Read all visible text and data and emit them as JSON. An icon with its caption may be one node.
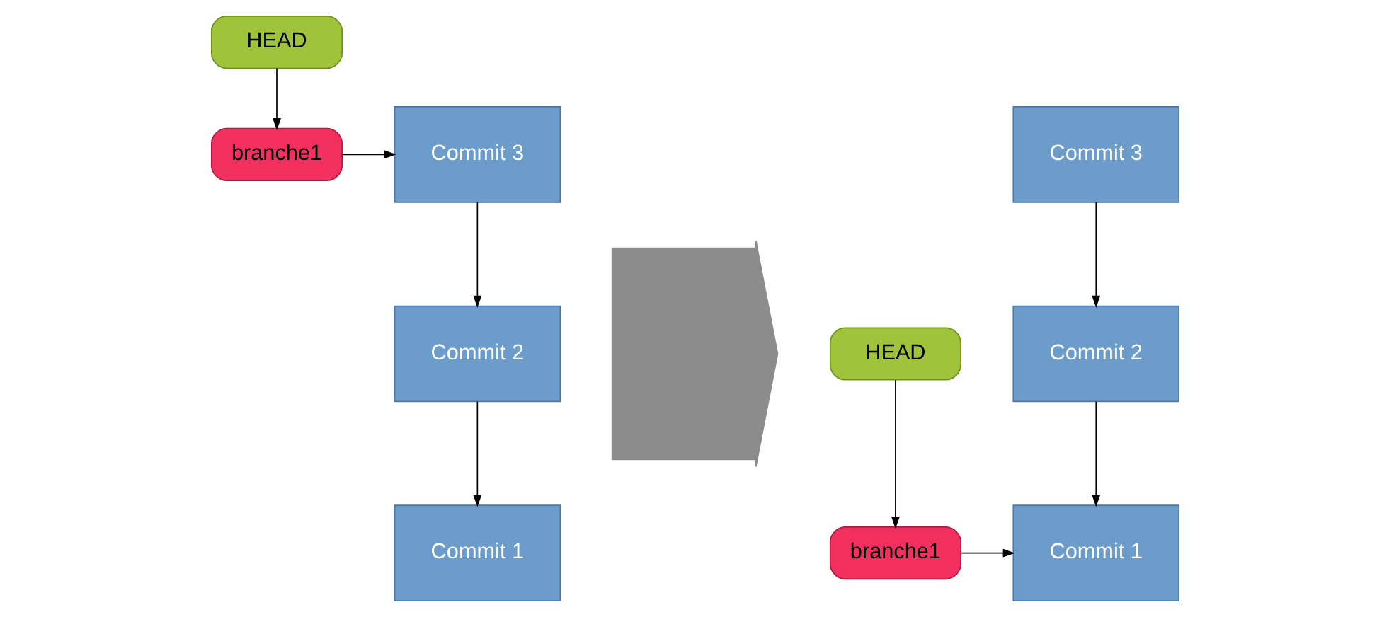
{
  "diagram": {
    "nodes": [
      {
        "text": [
          "HEAD"
        ]
      },
      {
        "text": [
          "branche1"
        ]
      },
      {
        "text": [
          "Commit 3"
        ]
      },
      {
        "text": [
          "Commit 2"
        ]
      },
      {
        "text": [
          "Commit 1"
        ]
      },
      {
        "text": [],
        "shape": "arrow"
      },
      {
        "text": [
          "HEAD"
        ]
      },
      {
        "text": [
          "branche1"
        ]
      },
      {
        "text": [
          "Commit 3"
        ]
      },
      {
        "text": [
          "Commit 2"
        ]
      },
      {
        "text": [
          "Commit 1"
        ]
      }
    ],
    "edges": [
      {
        "from": 0,
        "to": 1,
        "arrow": "to"
      },
      {
        "from": 1,
        "to": 2,
        "arrow": "to"
      },
      {
        "from": 2,
        "to": 3,
        "arrow": "to"
      },
      {
        "from": 3,
        "to": 4,
        "arrow": "to"
      },
      {
        "from": 6,
        "to": 7,
        "arrow": "to"
      },
      {
        "from": 7,
        "to": 10,
        "arrow": "to"
      },
      {
        "from": 8,
        "to": 9,
        "arrow": "to"
      },
      {
        "from": 9,
        "to": 10,
        "arrow": "to"
      }
    ]
  }
}
